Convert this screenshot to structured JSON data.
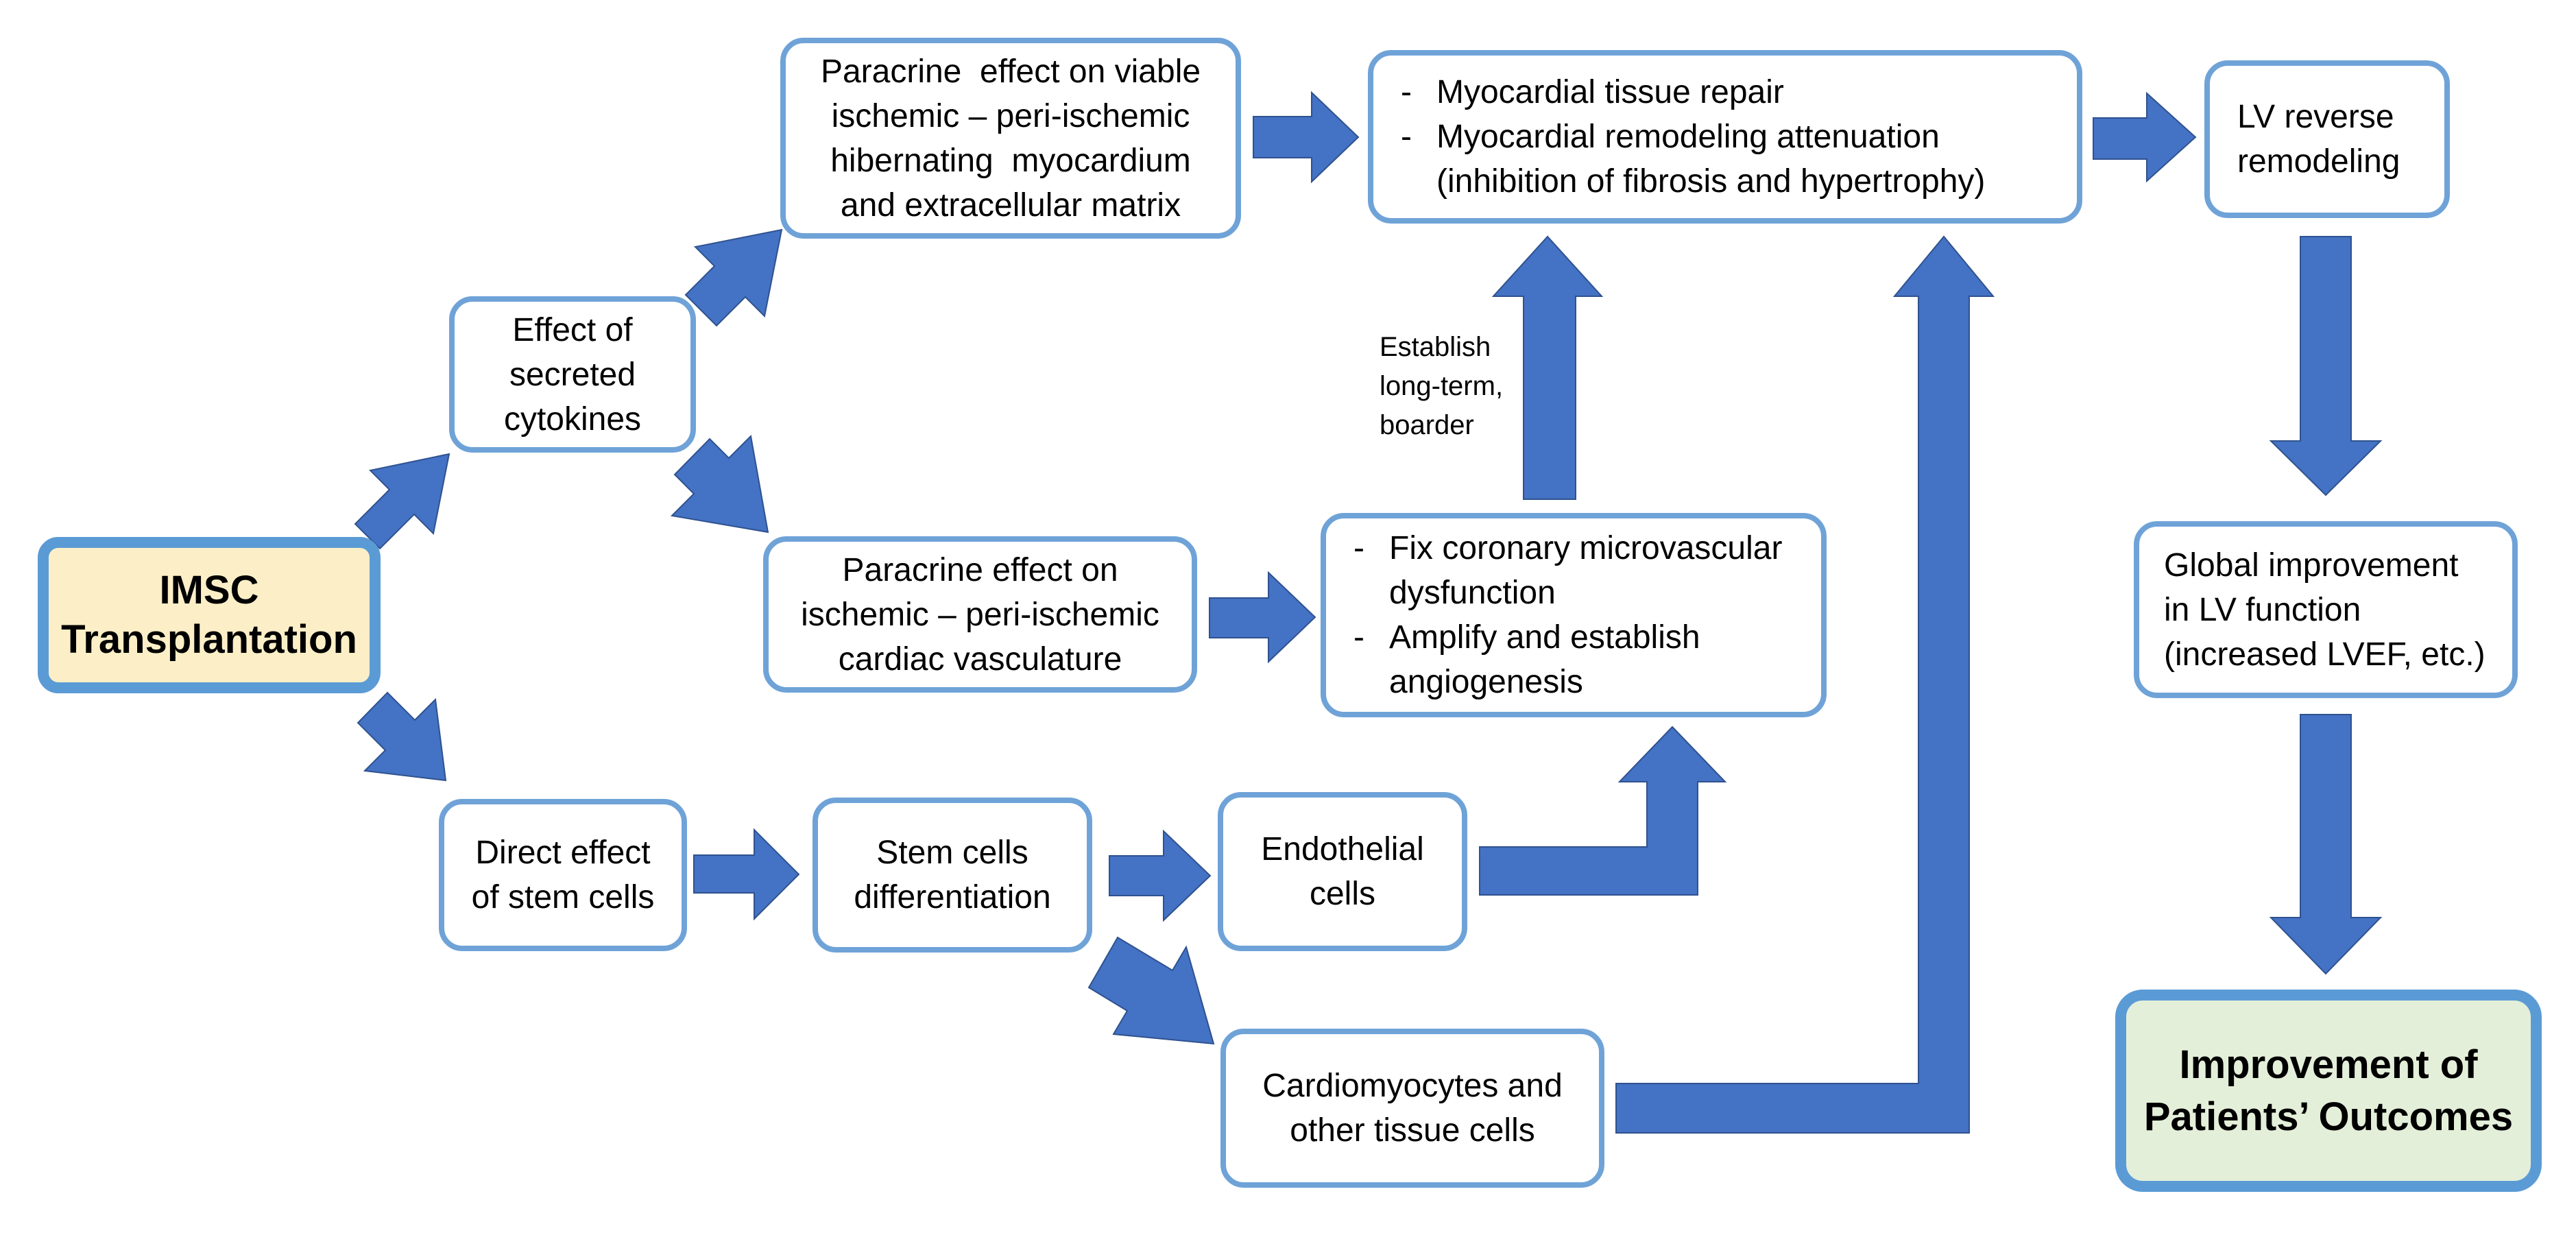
{
  "colors": {
    "arrow": "#4472c4",
    "box_border": "#6fa3d8",
    "start_fill": "#fcefc7",
    "end_fill": "#e4efd9"
  },
  "nodes": {
    "imsc": [
      "IMSC",
      "Transplantation"
    ],
    "cytokines": [
      "Effect of",
      "secreted",
      "cytokines"
    ],
    "direct": [
      "Direct effect",
      "of stem cells"
    ],
    "paracrine_viable": [
      "Paracrine  effect on viable",
      "ischemic – peri-ischemic",
      "hibernating  myocardium",
      "and extracellular matrix"
    ],
    "paracrine_vasc": [
      "Paracrine effect on",
      "ischemic – peri-ischemic",
      "cardiac vasculature"
    ],
    "stem_diff": [
      "Stem cells",
      "differentiation"
    ],
    "endothelial": [
      "Endothelial",
      "cells"
    ],
    "cardiomyocytes": [
      "Cardiomyocytes and",
      "other tissue cells"
    ],
    "repair": {
      "item1": "Myocardial tissue repair",
      "item2": "Myocardial remodeling attenuation",
      "item2_cont": "(inhibition of fibrosis and hypertrophy)"
    },
    "microvasc": {
      "item1": "Fix coronary microvascular",
      "item1_cont": "dysfunction",
      "item2": "Amplify and establish",
      "item2_cont": "angiogenesis"
    },
    "lv_reverse": [
      "LV reverse",
      "remodeling"
    ],
    "global": [
      "Global improvement",
      "in LV function",
      "(increased LVEF, etc.)"
    ],
    "outcomes": [
      "Improvement of",
      "Patients’ Outcomes"
    ]
  },
  "labels": {
    "dash": "-",
    "establish": [
      "Establish",
      "long-term,",
      "boarder"
    ]
  }
}
